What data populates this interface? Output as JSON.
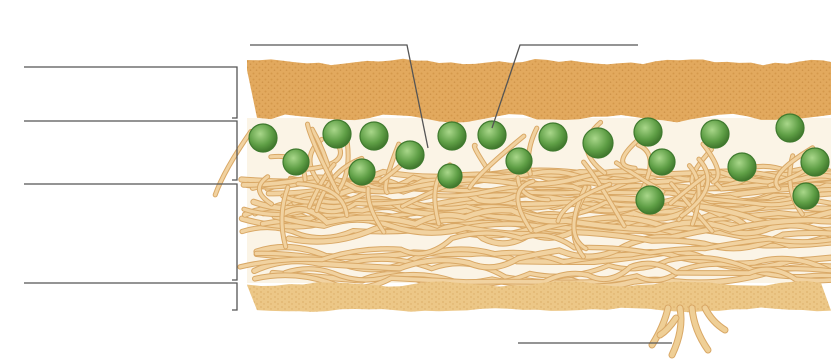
{
  "diagram": {
    "colors": {
      "background": "#ffffff",
      "upper_cortex": "#e2a95e",
      "upper_cortex_dark": "#c98a3c",
      "hyphae": "#f1d2a0",
      "hyphae_outline": "#d9a866",
      "algae": "#6aa84f",
      "algae_dark": "#3f7a2e",
      "lower_cortex": "#ecc787",
      "rhizine": "#efcf96",
      "leader_line": "#555555"
    },
    "layers": [
      {
        "id": "upper-cortex",
        "label": ""
      },
      {
        "id": "algal-layer",
        "label": ""
      },
      {
        "id": "medulla",
        "label": ""
      },
      {
        "id": "lower-cortex",
        "label": ""
      },
      {
        "id": "rhizines",
        "label": ""
      }
    ],
    "callouts": [
      {
        "id": "hyphae",
        "label": ""
      },
      {
        "id": "algal-cells",
        "label": ""
      }
    ]
  }
}
